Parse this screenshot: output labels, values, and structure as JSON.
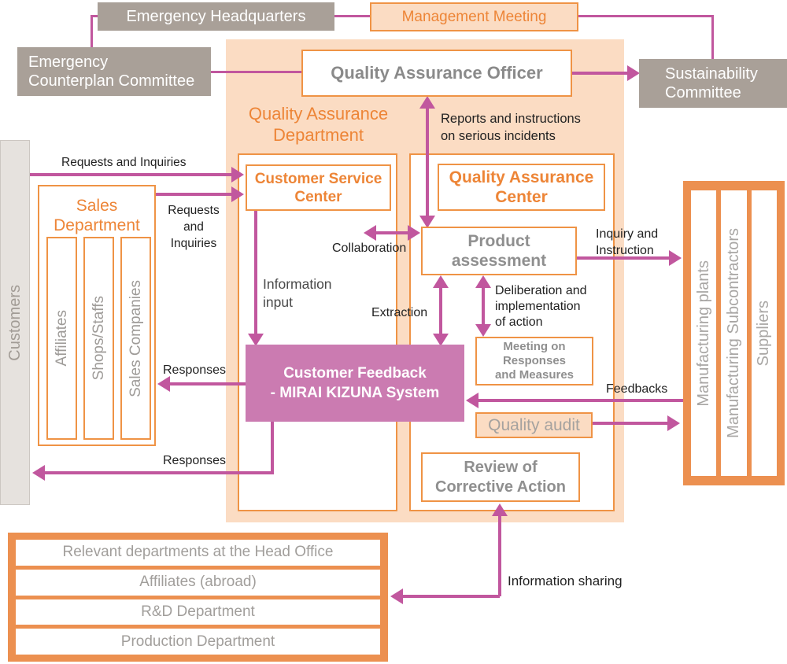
{
  "colors": {
    "taupe_box": "#a9a098",
    "peach_background": "#fbdcc3",
    "orange_border": "#ef9345",
    "orange_container_fill": "#ec9050",
    "orange_text": "#ed8537",
    "magenta_arrow": "#c1579e",
    "pink_system_box": "#cb7bb1",
    "gray_box_text": "#8f8f8f"
  },
  "top": {
    "emergency_headquarters": "Emergency Headquarters",
    "management_meeting": "Management Meeting",
    "emergency_counterplan_committee": "Emergency\nCounterplan Committee",
    "quality_assurance_officer": "Quality Assurance Officer",
    "sustainability_committee": "Sustainability\nCommittee"
  },
  "qa_department": {
    "title": "Quality Assurance\nDepartment",
    "customer_service_center": "Customer Service\nCenter",
    "quality_assurance_center": "Quality Assurance\nCenter",
    "product_assessment": "Product\nassessment",
    "meeting_on_responses": "Meeting on\nResponses\nand Measures",
    "customer_feedback_system": "Customer Feedback\n- MIRAI KIZUNA System",
    "quality_audit": "Quality audit",
    "review_of_corrective_action": "Review of\nCorrective Action"
  },
  "left": {
    "customers": "Customers",
    "sales_department_title": "Sales\nDepartment",
    "sales_columns": [
      "Affiliates",
      "Shops/Staffs",
      "Sales Companies"
    ]
  },
  "right": {
    "manufacturing_columns": [
      "Manufacturing plants",
      "Manufacturing Subcontractors",
      "Suppliers"
    ]
  },
  "bottom": {
    "rows": [
      "Relevant departments at the Head Office",
      "Affiliates (abroad)",
      "R&D Department",
      "Production Department"
    ]
  },
  "arrow_labels": {
    "requests_and_inquiries_top": "Requests and Inquiries",
    "requests_and_inquiries_side": "Requests\nand\nInquiries",
    "reports_serious_incidents": "Reports and instructions\non serious incidents",
    "collaboration": "Collaboration",
    "information_input": "Information\ninput",
    "extraction": "Extraction",
    "deliberation": "Deliberation and\nimplementation\nof action",
    "inquiry_and_instruction": "Inquiry and\nInstruction",
    "feedbacks": "Feedbacks",
    "responses": "Responses",
    "information_sharing": "Information sharing"
  }
}
